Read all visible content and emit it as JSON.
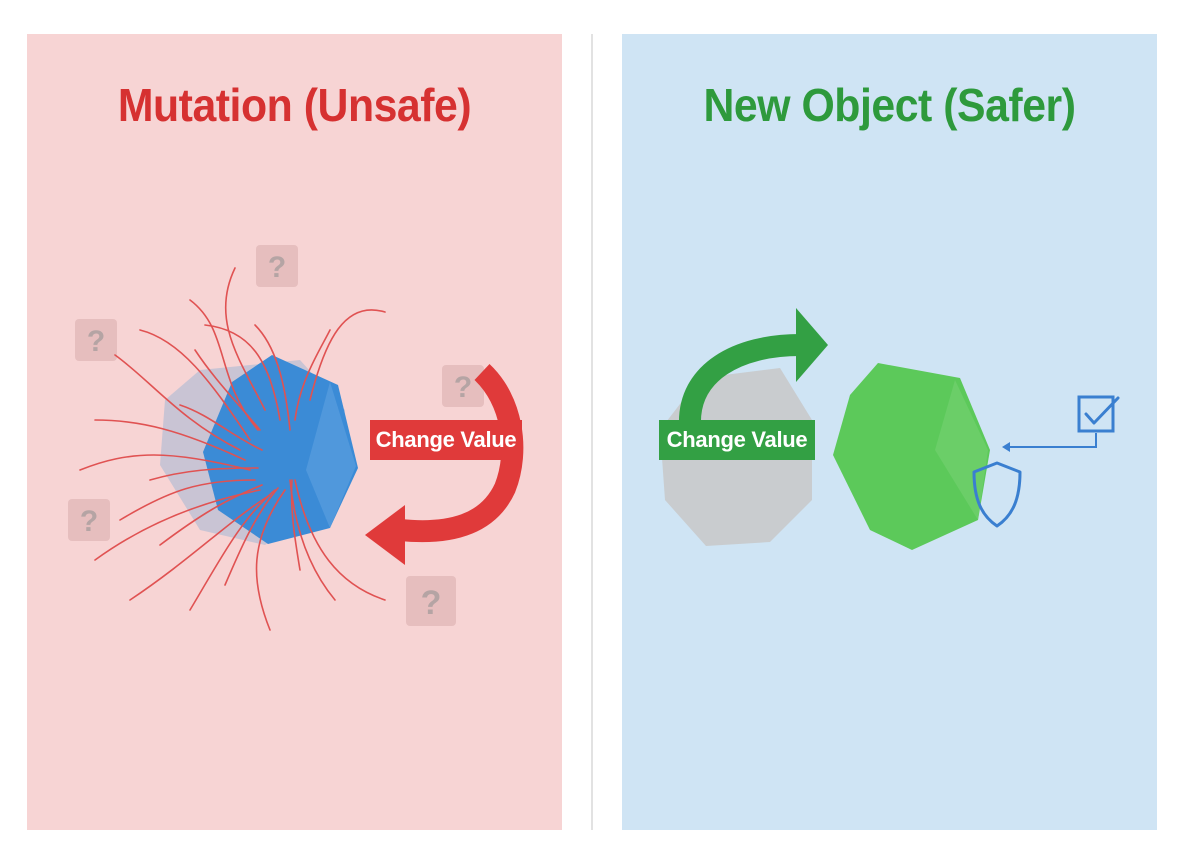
{
  "left_panel": {
    "title": "Mutation (Unsafe)",
    "action_label": "Change Value",
    "uncertainty_mark": "?"
  },
  "right_panel": {
    "title": "New Object (Safer)",
    "action_label": "Change Value"
  },
  "colors": {
    "unsafe_bg": "#f7d4d4",
    "safe_bg": "#cfe4f4",
    "red_accent": "#e03a3a",
    "green_accent": "#33a044",
    "blue_object": "#3b8bd6",
    "green_object": "#5cc95a",
    "ghost_object": "#c8c8c8"
  }
}
